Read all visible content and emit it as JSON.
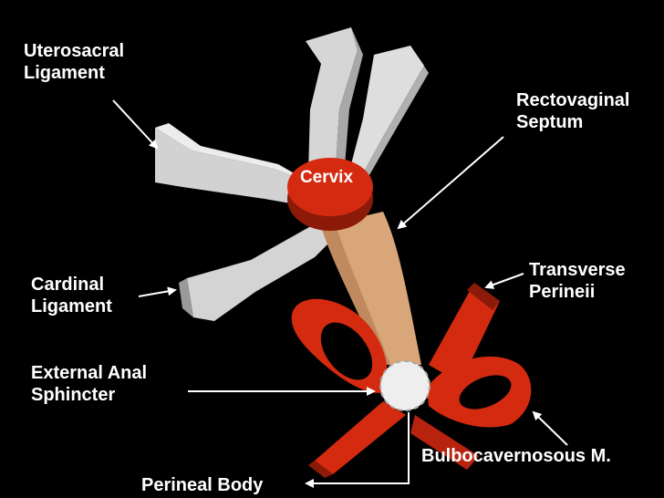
{
  "labels": {
    "uterosacral": [
      "Uterosacral",
      "Ligament"
    ],
    "rectovaginal": [
      "Rectovaginal",
      "Septum"
    ],
    "cardinal": [
      "Cardinal",
      "Ligament"
    ],
    "transverse": [
      "Transverse",
      "Perineii"
    ],
    "external_anal": [
      "External Anal",
      "Sphincter"
    ],
    "bulbocavernosous": "Bulbocavernosous M.",
    "perineal_body": "Perineal Body",
    "cervix": "Cervix"
  },
  "colors": {
    "background": "#000000",
    "ligament": "#dcdcdc",
    "muscle": "#d42a10",
    "septum": "#d9a67a",
    "label": "#ffffff"
  }
}
